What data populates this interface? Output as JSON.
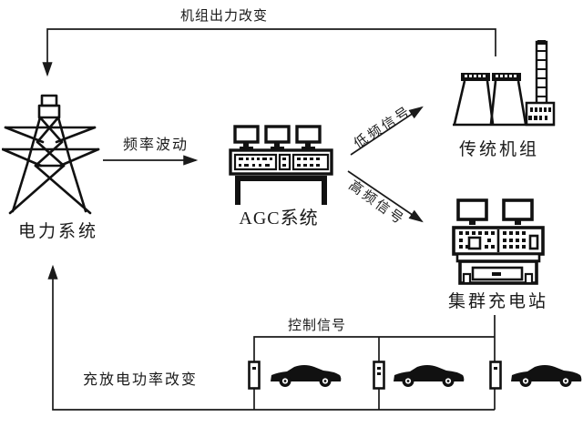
{
  "labels": {
    "unit_output_change": "机组出力改变",
    "frequency_fluctuation": "频率波动",
    "low_frequency_signal": "低频信号",
    "high_frequency_signal": "高频信号",
    "power_system": "电力系统",
    "agc_system": "AGC系统",
    "traditional_units": "传统机组",
    "cluster_charging_station": "集群充电站",
    "control_signal": "控制信号",
    "charge_discharge_power_change": "充放电功率改变"
  },
  "icons": {
    "power_system": "transmission-tower-icon",
    "agc_system": "control-console-icon",
    "traditional_units": "power-plant-icon",
    "cluster_charging_station": "charging-station-icon",
    "pile": "charging-pile-icon",
    "vehicle": "car-icon"
  },
  "flows": [
    {
      "from": "传统机组",
      "to": "电力系统",
      "label": "机组出力改变"
    },
    {
      "from": "电力系统",
      "to": "AGC系统",
      "label": "频率波动"
    },
    {
      "from": "AGC系统",
      "to": "传统机组",
      "label": "低频信号"
    },
    {
      "from": "AGC系统",
      "to": "集群充电站",
      "label": "高频信号"
    },
    {
      "from": "集群充电站",
      "to": "充电桩",
      "label": "控制信号"
    },
    {
      "from": "充电桩",
      "to": "电力系统",
      "label": "充放电功率改变"
    }
  ],
  "colors": {
    "line": "#1a1a1a",
    "fill": "#111111",
    "background": "#ffffff"
  }
}
